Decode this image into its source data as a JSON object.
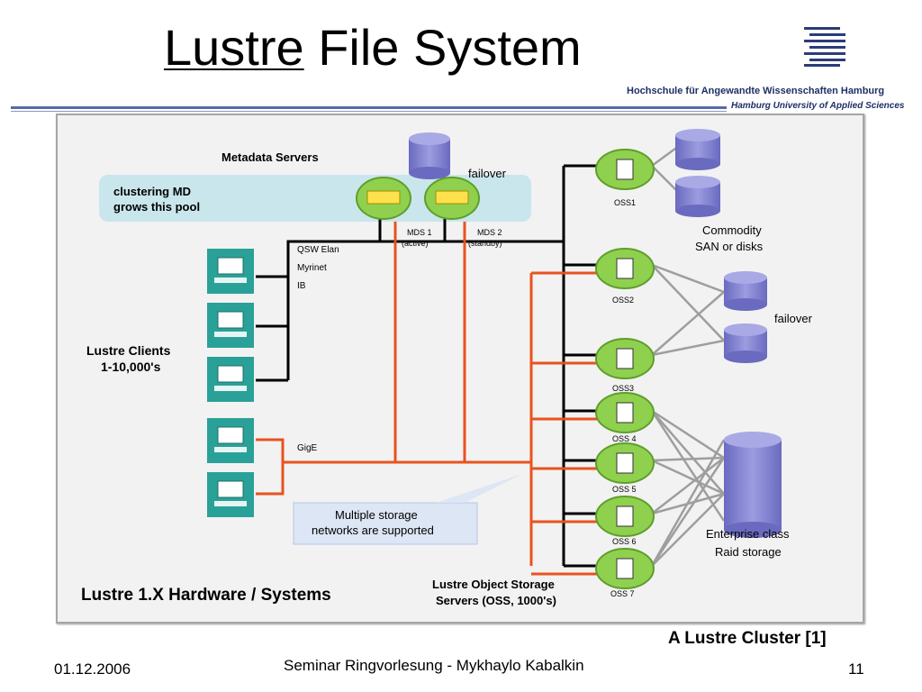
{
  "slide": {
    "title_word1": "Lustre",
    "title_rest": "File System",
    "university_de": "Hochschule für Angewandte Wissenschaften Hamburg",
    "university_en": "Hamburg University of Applied Sciences",
    "caption": "A Lustre Cluster [1]",
    "footer": {
      "date": "01.12.2006",
      "center": "Seminar Ringvorlesung - Mykhaylo Kabalkin",
      "page": "11"
    },
    "logo_icon": "stripes-logo-icon"
  },
  "diagram": {
    "metadata_servers": "Metadata Servers",
    "failover_top": "failover",
    "pool_line1": "clustering MD",
    "pool_line2": "grows this pool",
    "mds1_line1": "MDS 1",
    "mds1_line2": "(active)",
    "mds2_line1": "MDS 2",
    "mds2_line2": "(standby)",
    "net1": "QSW Elan",
    "net2": "Myrinet",
    "net3": "IB",
    "gige": "GigE",
    "clients_line1": "Lustre Clients",
    "clients_line2": "1-10,000's",
    "oss_labels": [
      "OSS1",
      "OSS2",
      "OSS3",
      "OSS 4",
      "OSS 5",
      "OSS 6",
      "OSS 7"
    ],
    "commodity_line1": "Commodity",
    "commodity_line2": "SAN or disks",
    "failover_mid": "failover",
    "enterprise_line1": "Enterprise class",
    "enterprise_line2": "Raid storage",
    "callout_line1": "Multiple storage",
    "callout_line2": "networks are supported",
    "bottom_title": "Lustre 1.X Hardware / Systems",
    "oss_caption_line1": "Lustre Object Storage",
    "oss_caption_line2": "Servers (OSS, 1000's)",
    "colors": {
      "accent_orange": "#e8531f",
      "server_green": "#8fd14f",
      "storage_purple": "#7b7bcc",
      "client_teal": "#2aa198",
      "pool_band": "#c9e6ec"
    }
  }
}
